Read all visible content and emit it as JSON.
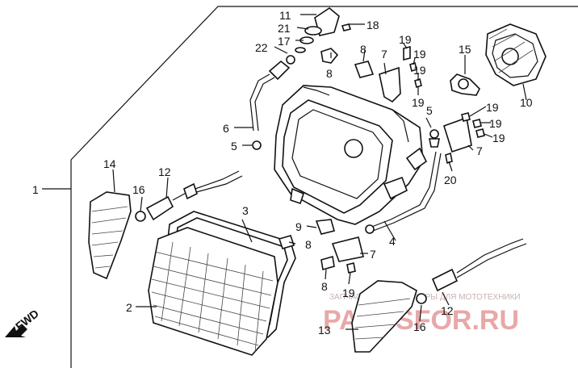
{
  "labels": {
    "l1": "1",
    "l2": "2",
    "l3": "3",
    "l4": "4",
    "l5a": "5",
    "l5b": "5",
    "l6": "6",
    "l7a": "7",
    "l7b": "7",
    "l7c": "7",
    "l8a": "8",
    "l8b": "8",
    "l8c": "8",
    "l8d": "8",
    "l9": "9",
    "l10": "10",
    "l11": "11",
    "l12a": "12",
    "l12b": "12",
    "l13": "13",
    "l14": "14",
    "l15": "15",
    "l16a": "16",
    "l16b": "16",
    "l17": "17",
    "l18": "18",
    "l19a": "19",
    "l19b": "19",
    "l19c": "19",
    "l19d": "19",
    "l19e": "19",
    "l19f": "19",
    "l19g": "19",
    "l20": "20",
    "l21": "21",
    "l22": "22"
  },
  "direction_marker": "FWD",
  "watermark": {
    "brand": "PARTSFOR.RU",
    "tagline": "ЗАПЧАСТИ И АКСЕССУАРЫ ДЛЯ МОТОТЕХНИКИ"
  }
}
